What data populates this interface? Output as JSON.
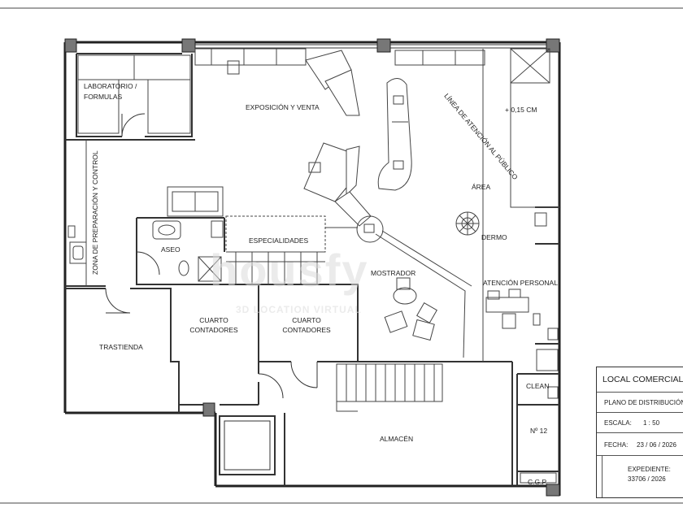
{
  "rooms": {
    "laboratorio_line1": "LABORATORIO /",
    "laboratorio_line2": "FORMULAS",
    "exposicion": "EXPOSICIÓN Y VENTA",
    "linea_atencion": "LÍNEA DE ATENCIÓN AL PÚBLICO",
    "elevation_note": "+ 0,15 CM",
    "area": "ÁREA",
    "dermo": "DERMO",
    "zona_preparacion": "ZONA DE PREPARACIÓN Y CONTROL",
    "aseo": "ASEO",
    "especialidades": "ESPECIALIDADES",
    "mostrador": "MOSTRADOR",
    "atencion_personal": "ATENCIÓN PERSONAL",
    "trastienda": "TRASTIENDA",
    "cuarto1_line1": "CUARTO",
    "cuarto1_line2": "CONTADORES",
    "cuarto2_line1": "CUARTO",
    "cuarto2_line2": "CONTADORES",
    "almacen": "ALMACÉN",
    "clean": "CLEAN",
    "numero": "Nº 12",
    "cgp": "C.G.P."
  },
  "title_block": {
    "project": "LOCAL COMERCIAL",
    "plan_name": "PLANO DE DISTRIBUCIÓN",
    "scale_label": "ESCALA:",
    "scale_value": "1 : 50",
    "date_label": "FECHA:",
    "date_value": "23 / 06 / 2026",
    "file_label": "EXPEDIENTE:",
    "file_value": "33706 / 2026"
  },
  "watermark": {
    "main": "housfy",
    "sub": "3D LOCATION  VIRTUAL"
  }
}
